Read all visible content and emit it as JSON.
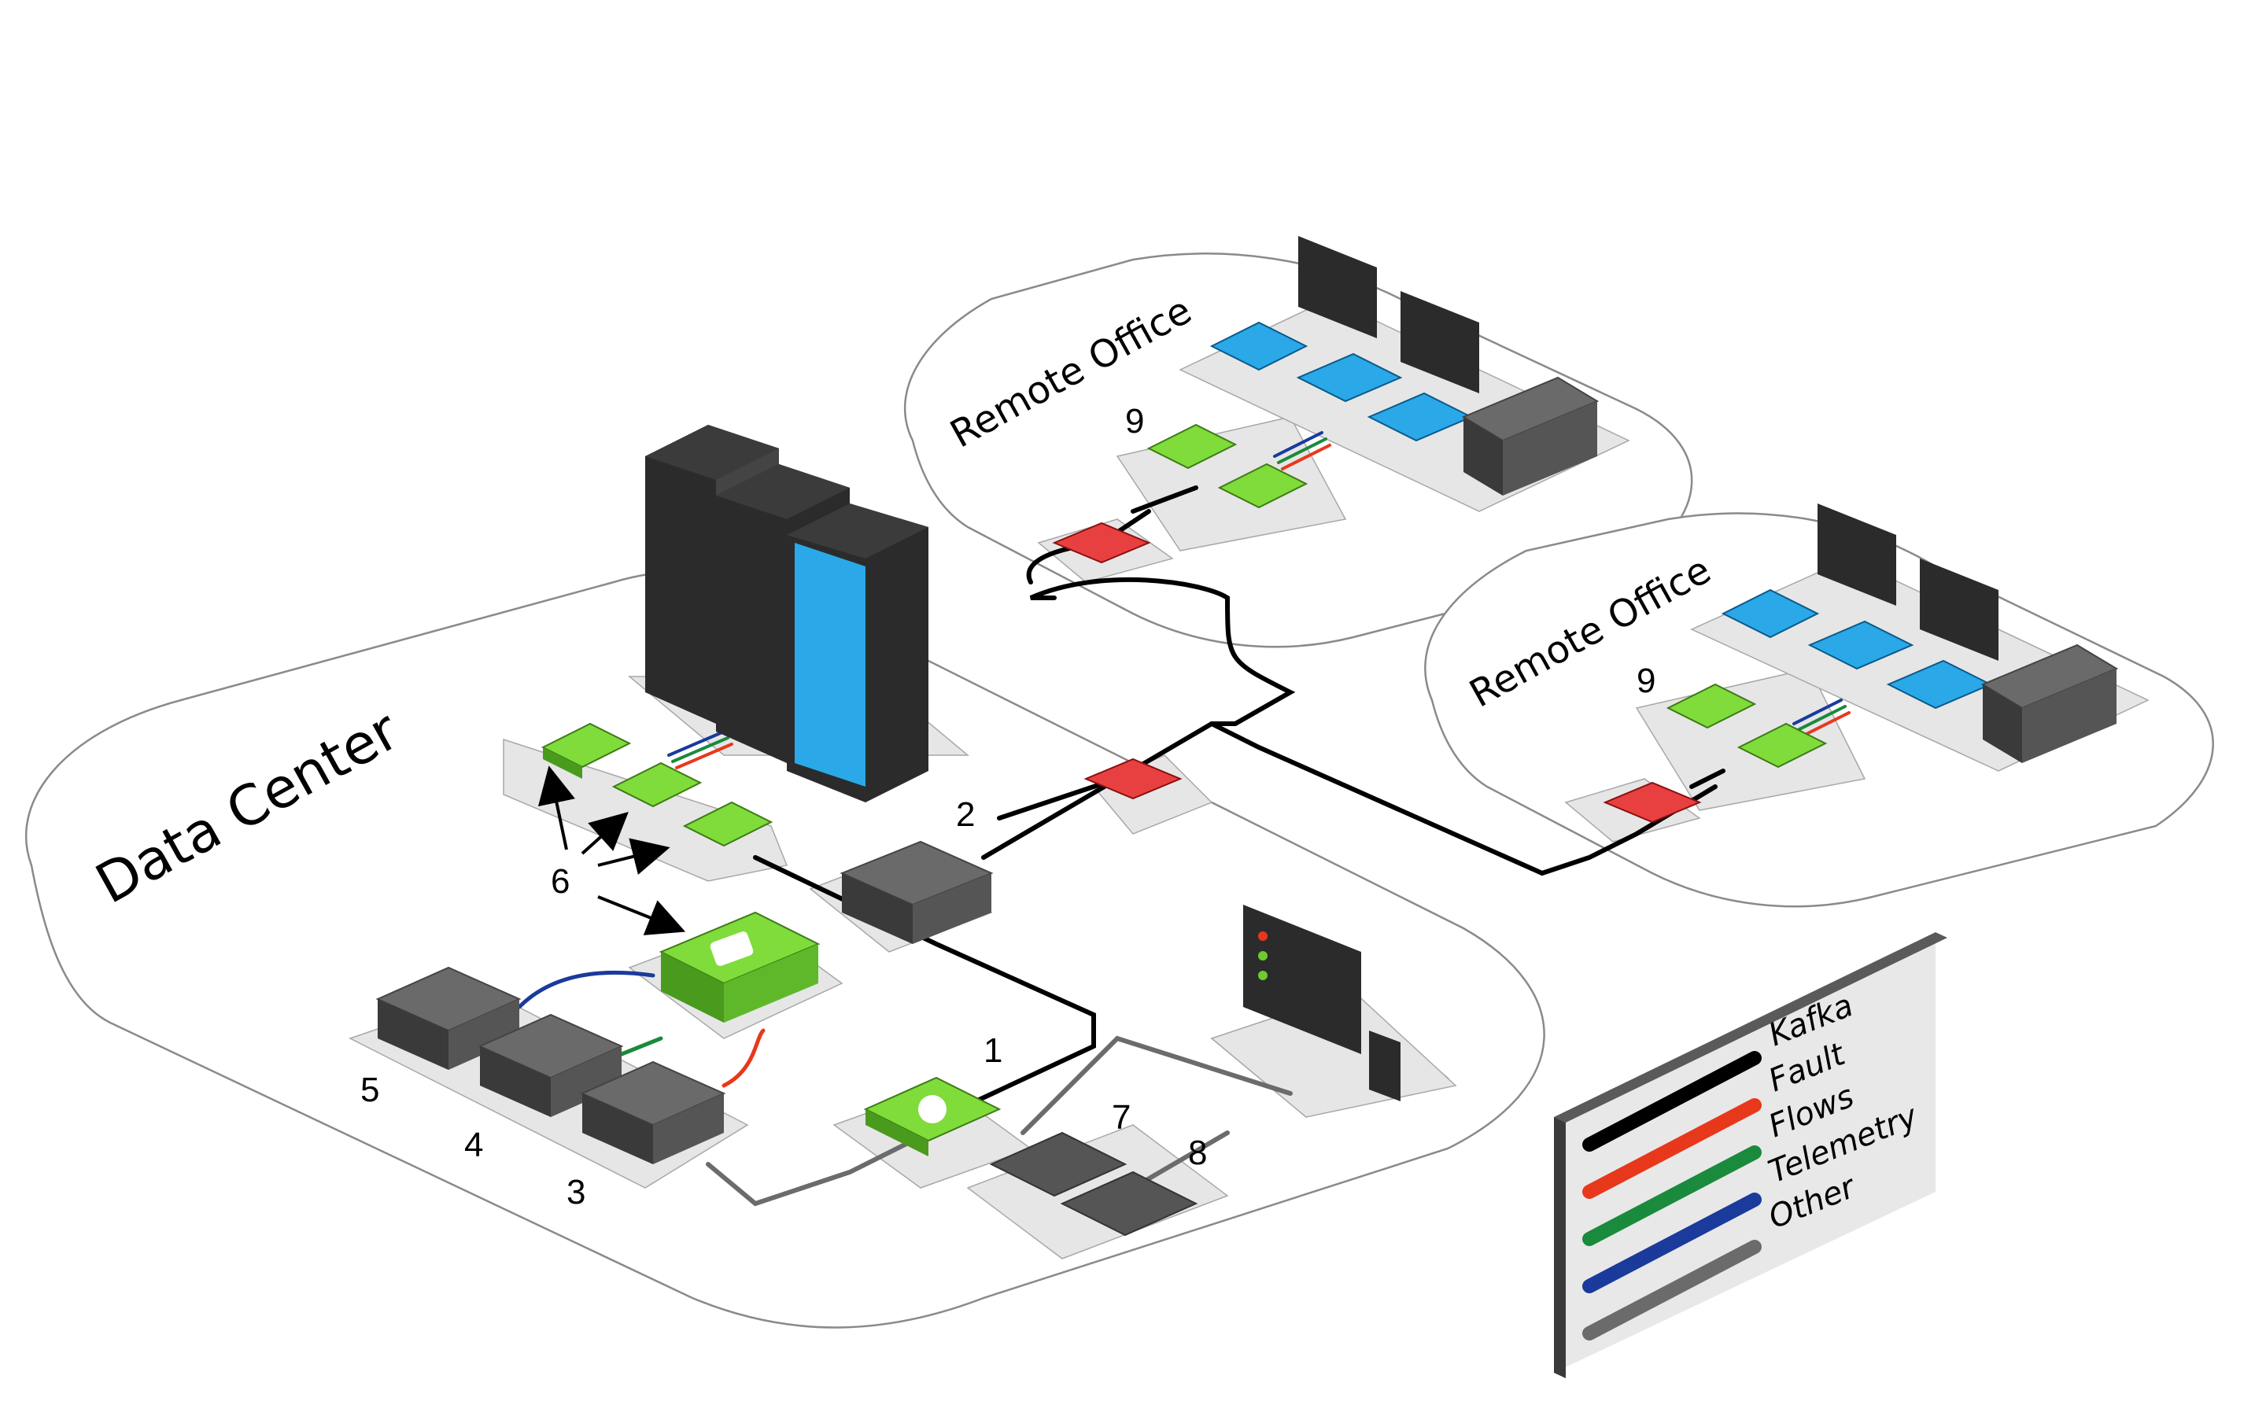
{
  "zones": {
    "data_center": "Data Center",
    "remote_office_1": "Remote Office",
    "remote_office_2": "Remote Office"
  },
  "callouts": {
    "n1": "1",
    "n2": "2",
    "n3": "3",
    "n4": "4",
    "n5": "5",
    "n6": "6",
    "n7": "7",
    "n8": "8",
    "n9a": "9",
    "n9b": "9"
  },
  "legend": {
    "items": [
      {
        "label": "Kafka",
        "color": "#000000"
      },
      {
        "label": "Fault",
        "color": "#e8381c"
      },
      {
        "label": "Flows",
        "color": "#1a8a3c"
      },
      {
        "label": "Telemetry",
        "color": "#1a3a9c"
      },
      {
        "label": "Other",
        "color": "#6b6b6b"
      }
    ]
  },
  "colors": {
    "device_green": "#6ccb2e",
    "device_blue": "#2aa8e8",
    "firewall_red": "#d42424",
    "server_gray": "#5a5a5a"
  },
  "icons": [
    "server-rack-icon",
    "switch-icon",
    "router-icon",
    "firewall-icon",
    "wireless-ap-icon",
    "monitor-icon",
    "dashboard-icon",
    "smartphone-icon",
    "kafka-broker-icon",
    "opennms-icon",
    "grafana-icon",
    "kibana-icon",
    "elasticsearch-icon",
    "postgresql-icon",
    "cassandra-icon",
    "minion-icon"
  ]
}
